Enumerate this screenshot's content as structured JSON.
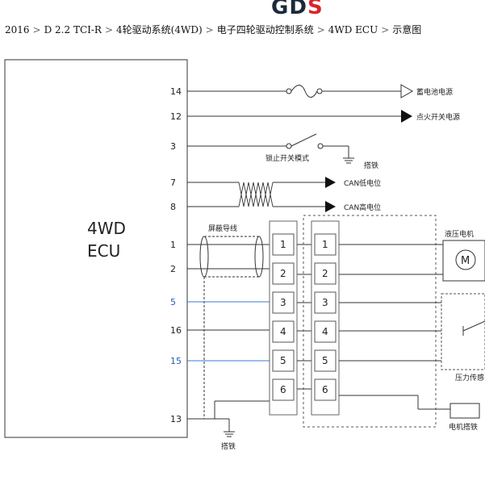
{
  "header": {
    "logo_part1": "GD",
    "logo_part2": "S"
  },
  "breadcrumb": [
    "2016",
    "D 2.2 TCI-R",
    "4轮驱动系统(4WD)",
    "电子四轮驱动控制系统",
    "4WD ECU",
    "示意图"
  ],
  "breadcrumb_separator": ">",
  "ecu": {
    "line1": "4WD",
    "line2": "ECU"
  },
  "pins": [
    "14",
    "12",
    "3",
    "7",
    "8",
    "1",
    "2",
    "5",
    "16",
    "15",
    "13"
  ],
  "labels": {
    "battery": "蓄电池电源",
    "ignition": "点火开关电源",
    "lock_switch": "锁止开关模式",
    "ground_3": "搭铁",
    "can_low": "CAN低电位",
    "can_high": "CAN高电位",
    "shield": "屏蔽导线",
    "hydraulic_motor": "液压电机",
    "motor_symbol": "M",
    "pressure_sensor": "压力传感",
    "motor_ground": "电机搭铁",
    "ground_13": "搭铁"
  },
  "connector_left": [
    "1",
    "2",
    "3",
    "4",
    "5",
    "6"
  ],
  "connector_right": [
    "1",
    "2",
    "3",
    "4",
    "5",
    "6"
  ],
  "colors": {
    "wire": "#3a3a3a",
    "blue_wire": "#3a7bd5",
    "box": "#555555",
    "highlight": "#dfeaf5"
  }
}
